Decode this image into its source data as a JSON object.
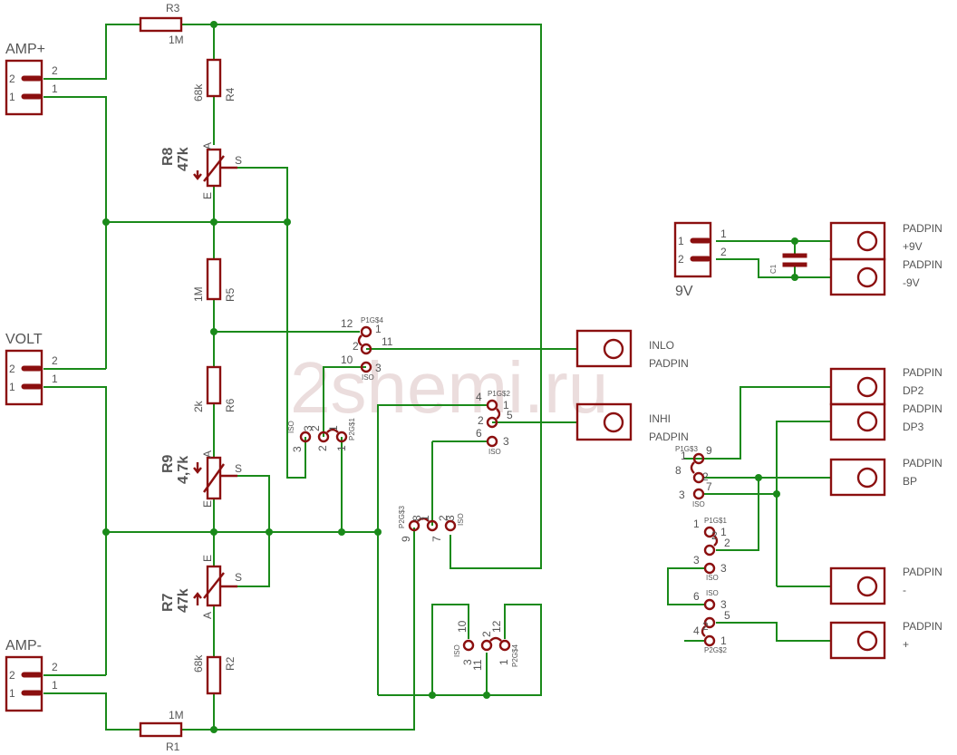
{
  "watermark": "2shemi.ru",
  "connectors": {
    "amp_plus": {
      "name": "AMP+",
      "pin2": "2",
      "pin1": "1"
    },
    "volt": {
      "name": "VOLT",
      "pin2": "2",
      "pin1": "1"
    },
    "amp_minus": {
      "name": "AMP-",
      "pin2": "2",
      "pin1": "1"
    },
    "battery": {
      "name": "9V",
      "pin1": "1",
      "pin2": "2"
    }
  },
  "resistors": {
    "r3": {
      "name": "R3",
      "value": "1M"
    },
    "r4": {
      "name": "R4",
      "value": "68k"
    },
    "r5": {
      "name": "R5",
      "value": "1M"
    },
    "r6": {
      "name": "R6",
      "value": "2k"
    },
    "r2": {
      "name": "R2",
      "value": "68k"
    },
    "r1": {
      "name": "R1",
      "value": "1M"
    }
  },
  "trimmers": {
    "r8": {
      "name": "R8",
      "value": "47k",
      "a": "A",
      "e": "E",
      "s": "S"
    },
    "r9": {
      "name": "R9",
      "value": "4,7k",
      "a": "A",
      "e": "E",
      "s": "S"
    },
    "r7": {
      "name": "R7",
      "value": "47k",
      "a": "A",
      "e": "E",
      "s": "S"
    }
  },
  "capacitor": {
    "name": "C1"
  },
  "pads": {
    "inlo": {
      "l1": "INLO",
      "l2": "PADPIN"
    },
    "inhi": {
      "l1": "INHI",
      "l2": "PADPIN"
    },
    "p9v": {
      "l1": "PADPIN",
      "l2": "+9V"
    },
    "m9v": {
      "l1": "PADPIN",
      "l2": "-9V"
    },
    "dp2": {
      "l1": "PADPIN",
      "l2": "DP2"
    },
    "dp3": {
      "l1": "PADPIN",
      "l2": "DP3"
    },
    "bp": {
      "l1": "PADPIN",
      "l2": "BP"
    },
    "minus": {
      "l1": "PADPIN",
      "l2": "-"
    },
    "plus": {
      "l1": "PADPIN",
      "l2": "+"
    }
  },
  "switches": {
    "p1g4": {
      "name": "P1G$4",
      "pins": [
        "12",
        "1",
        "2",
        "11",
        "10",
        "3"
      ],
      "iso": "ISO"
    },
    "p2g1": {
      "name": "P2G$1",
      "pins": [
        "3",
        "3",
        "2",
        "2",
        "1",
        "1"
      ],
      "iso": "ISO"
    },
    "p1g2": {
      "name": "P1G$2",
      "pins": [
        "4",
        "1",
        "2",
        "5",
        "6",
        "3"
      ],
      "iso": "ISO"
    },
    "p2g3": {
      "name": "P2G$3",
      "pins": [
        "9",
        "8",
        "1",
        "7",
        "2",
        "3"
      ],
      "iso": "ISO"
    },
    "p2g4": {
      "name": "P2G$4",
      "pins": [
        "10",
        "3",
        "11",
        "2",
        "12",
        "1"
      ],
      "iso": "ISO"
    },
    "p1g3": {
      "name": "P1G$3",
      "pins": [
        "9",
        "1",
        "8",
        "2",
        "3",
        "7"
      ],
      "iso": "ISO"
    },
    "p1g1": {
      "name": "P1G$1",
      "pins": [
        "1",
        "1",
        "2",
        "2",
        "3",
        "3"
      ],
      "iso": "ISO"
    },
    "p2g2": {
      "name": "P2G$2",
      "pins": [
        "6",
        "3",
        "5",
        "4",
        "2",
        "1"
      ],
      "iso": "ISO"
    }
  }
}
